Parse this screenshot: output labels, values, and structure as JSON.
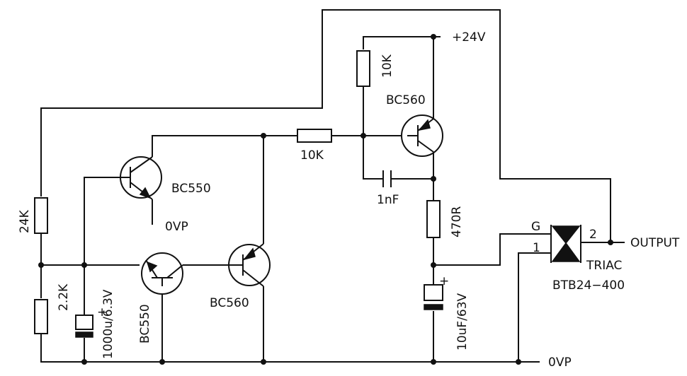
{
  "supply": {
    "plus24": "+24V",
    "ovp_main": "0VP",
    "ovp_q1": "0VP",
    "output": "OUTPUT"
  },
  "transistors": {
    "q1": "BC550",
    "q2": "BC550",
    "q3": "BC560",
    "q4": "BC560"
  },
  "resistors": {
    "r24k": "24K",
    "r2k2": "2.2K",
    "r10k_h": "10K",
    "r10k_v": "10K",
    "r470": "470R"
  },
  "capacitors": {
    "c1nf": "1nF",
    "c1000": "1000u/6.3V",
    "c10u": "10uF/63V",
    "plus1": "+",
    "plus2": "+"
  },
  "triac": {
    "name": "TRIAC",
    "part": "BTB24−400",
    "pin_g": "G",
    "pin_1": "1",
    "pin_2": "2"
  }
}
